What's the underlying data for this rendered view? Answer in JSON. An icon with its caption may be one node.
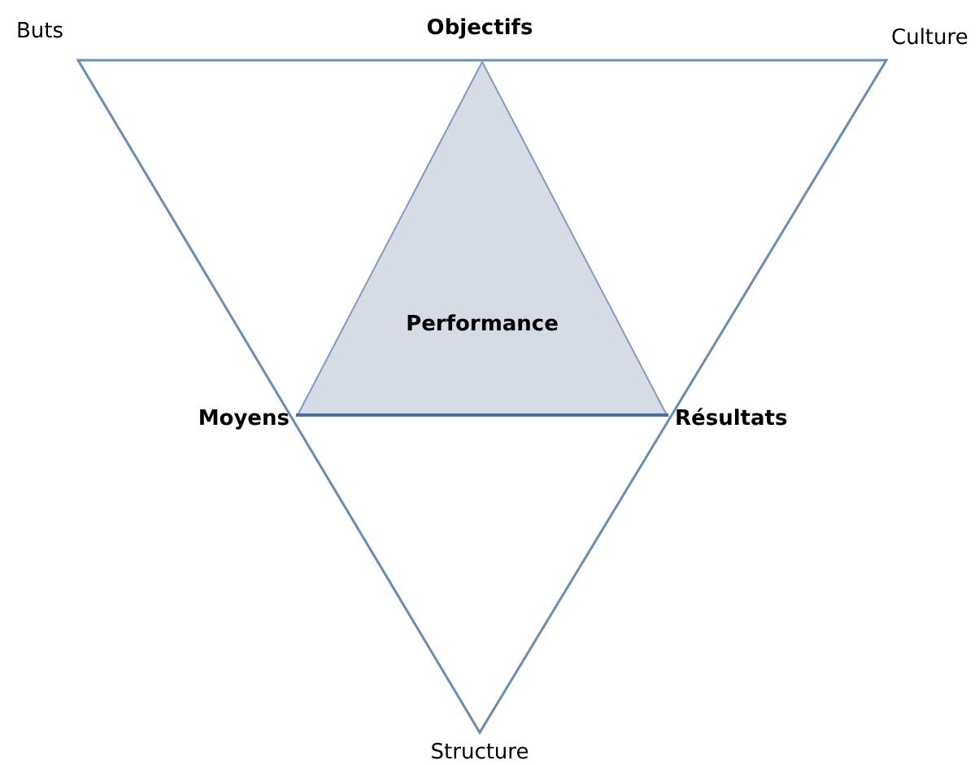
{
  "diagram": {
    "nodes": [
      {
        "text": [
          "Performance"
        ]
      }
    ],
    "labels": [
      "Objectifs",
      "Buts",
      "Culture",
      "Moyens",
      "Résultats",
      "Structure"
    ]
  }
}
